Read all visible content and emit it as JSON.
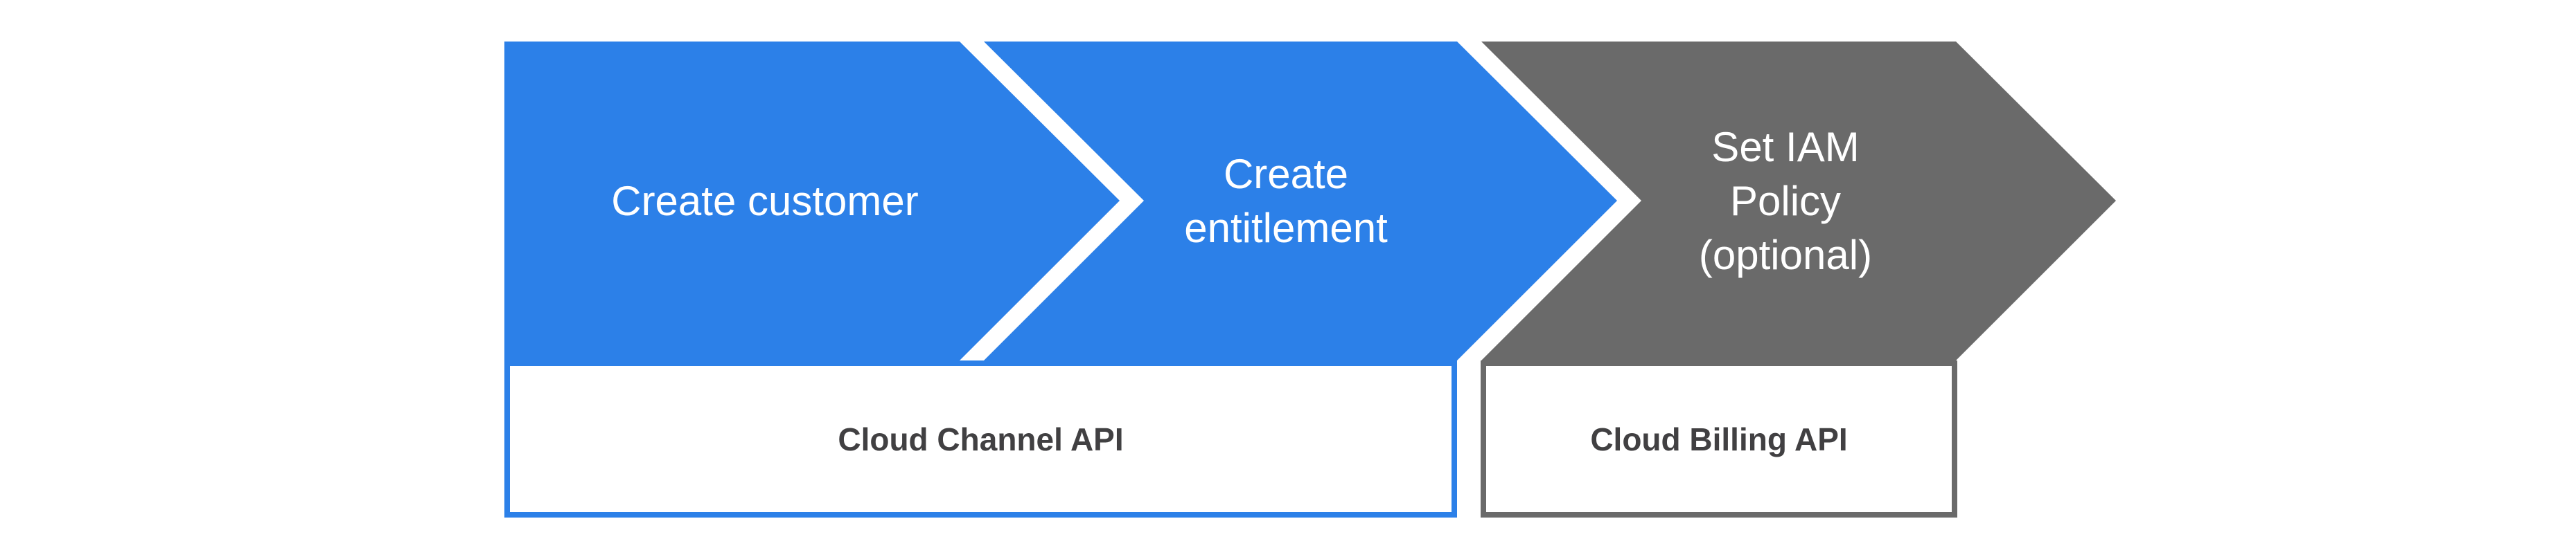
{
  "colors": {
    "arrow_blue": "#2C80E8",
    "arrow_gray": "#6A6A6A",
    "channel_box_border": "#2C80E8",
    "billing_box_border": "#6A6A6A",
    "arrow_text": "#FFFFFF",
    "box_text": "#414042",
    "background": "#FFFFFF"
  },
  "steps": [
    {
      "label": "Create customer",
      "lines": [
        "Create customer"
      ]
    },
    {
      "label": "Create entitlement",
      "lines": [
        "Create",
        "entitlement"
      ]
    },
    {
      "label": "Set IAM Policy (optional)",
      "lines": [
        "Set IAM",
        "Policy",
        "(optional)"
      ]
    }
  ],
  "api_boxes": [
    {
      "label": "Cloud Channel API"
    },
    {
      "label": "Cloud Billing API"
    }
  ]
}
